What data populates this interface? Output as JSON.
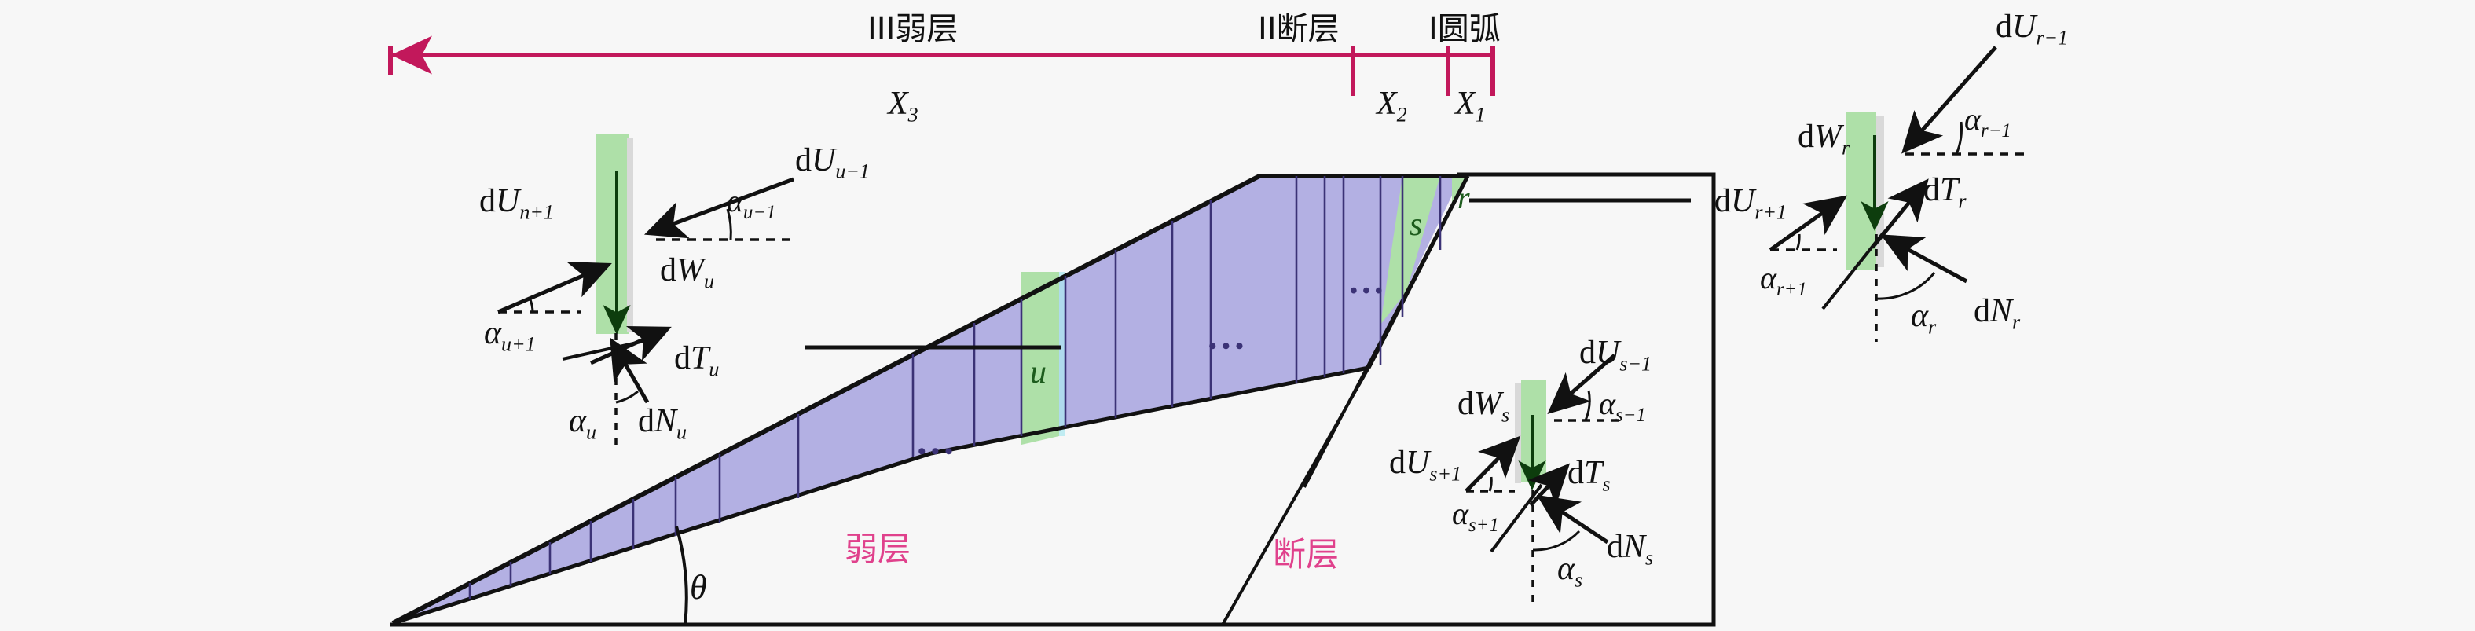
{
  "figure": {
    "type": "geotechnical-slice-diagram",
    "description": "Slope stability limit-equilibrium slice diagram with weak layer and fault zones",
    "colors": {
      "body_fill": "#b3b0e3",
      "slice_highlight": "#aee0a8",
      "ruler": "#c2185b",
      "annotation_pink": "#e0418c",
      "outline": "#111111",
      "background": "#f7f7f7"
    }
  },
  "zones": {
    "items": [
      {
        "id": "zone-3",
        "label": "III弱层",
        "span_label": "X₃"
      },
      {
        "id": "zone-2",
        "label": "II断层",
        "span_label": "X₂"
      },
      {
        "id": "zone-1",
        "label": "I圆弧",
        "span_label": "X₁"
      }
    ],
    "span_labels": {
      "x3": "X",
      "x3_sub": "3",
      "x2": "X",
      "x2_sub": "2",
      "x1": "X",
      "x1_sub": "1"
    }
  },
  "body_labels": {
    "weak_layer": "弱层",
    "fault": "断层",
    "theta": "θ",
    "slice_u": "u",
    "slice_s": "s",
    "slice_r": "r",
    "ellipsis": "•••"
  },
  "slice_u": {
    "name": "slice-u-force-diagram",
    "weight": {
      "d": "d",
      "sym": "W",
      "sub": "u"
    },
    "interslice_left": {
      "d": "d",
      "sym": "U",
      "sub": "n+1"
    },
    "angle_left": {
      "sym": "α",
      "sub": "u+1"
    },
    "interslice_right": {
      "d": "d",
      "sym": "U",
      "sub": "u−1"
    },
    "angle_right": {
      "sym": "α",
      "sub": "u−1"
    },
    "shear": {
      "d": "d",
      "sym": "T",
      "sub": "u"
    },
    "normal": {
      "d": "d",
      "sym": "N",
      "sub": "u"
    },
    "base_angle": {
      "sym": "α",
      "sub": "u"
    }
  },
  "slice_s": {
    "name": "slice-s-force-diagram",
    "weight": {
      "d": "d",
      "sym": "W",
      "sub": "s"
    },
    "interslice_left": {
      "d": "d",
      "sym": "U",
      "sub": "s+1"
    },
    "angle_left": {
      "sym": "α",
      "sub": "s+1"
    },
    "interslice_right": {
      "d": "d",
      "sym": "U",
      "sub": "s−1"
    },
    "angle_right": {
      "sym": "α",
      "sub": "s−1"
    },
    "shear": {
      "d": "d",
      "sym": "T",
      "sub": "s"
    },
    "normal": {
      "d": "d",
      "sym": "N",
      "sub": "s"
    },
    "base_angle": {
      "sym": "α",
      "sub": "s"
    }
  },
  "slice_r": {
    "name": "slice-r-force-diagram",
    "weight": {
      "d": "d",
      "sym": "W",
      "sub": "r"
    },
    "interslice_left": {
      "d": "d",
      "sym": "U",
      "sub": "r+1"
    },
    "angle_left": {
      "sym": "α",
      "sub": "r+1"
    },
    "interslice_right": {
      "d": "d",
      "sym": "U",
      "sub": "r−1"
    },
    "angle_right": {
      "sym": "α",
      "sub": "r−1"
    },
    "shear": {
      "d": "d",
      "sym": "T",
      "sub": "r"
    },
    "normal": {
      "d": "d",
      "sym": "N",
      "sub": "r"
    },
    "base_angle": {
      "sym": "α",
      "sub": "r"
    }
  }
}
